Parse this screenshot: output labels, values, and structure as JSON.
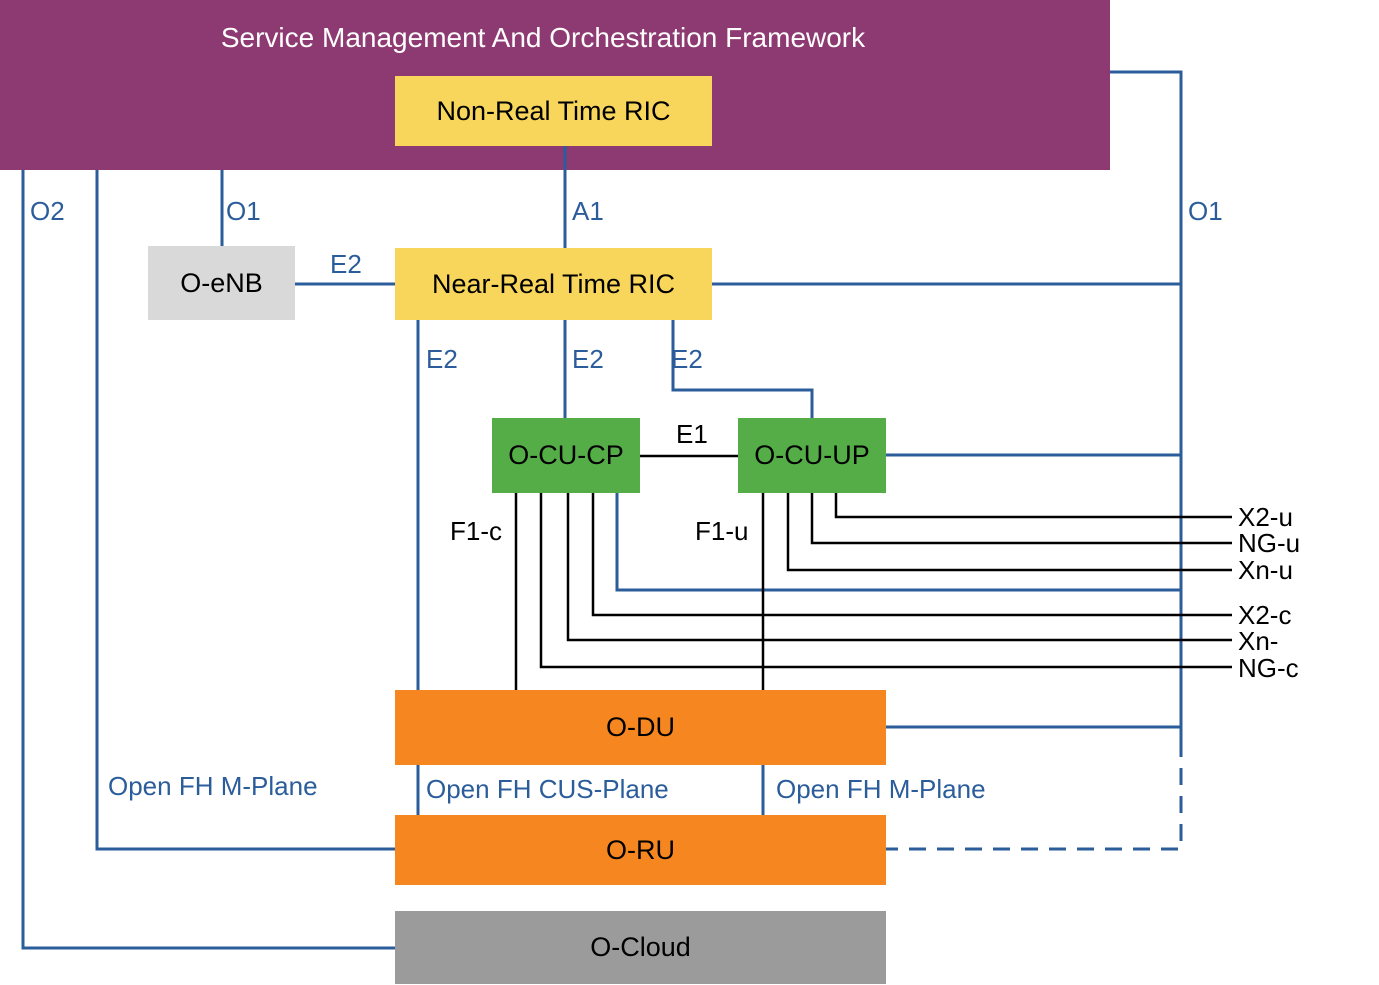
{
  "diagram": {
    "nodes": {
      "smo": {
        "label": "Service Management And Orchestration Framework"
      },
      "non_rt_ric": {
        "label": "Non-Real Time RIC"
      },
      "o_enb": {
        "label": "O-eNB"
      },
      "near_rt_ric": {
        "label": "Near-Real Time RIC"
      },
      "o_cu_cp": {
        "label": "O-CU-CP"
      },
      "o_cu_up": {
        "label": "O-CU-UP"
      },
      "o_du": {
        "label": "O-DU"
      },
      "o_ru": {
        "label": "O-RU"
      },
      "o_cloud": {
        "label": "O-Cloud"
      }
    },
    "labels": {
      "o2": "O2",
      "o1_left": "O1",
      "a1": "A1",
      "o1_right": "O1",
      "e2_oenb": "E2",
      "e2_odu": "E2",
      "e2_ocucp": "E2",
      "e2_ocuup": "E2",
      "e1": "E1",
      "f1_c": "F1-c",
      "f1_u": "F1-u",
      "x2_u": "X2-u",
      "ng_u": "NG-u",
      "xn_u": "Xn-u",
      "x2_c": "X2-c",
      "xn_c": "Xn-",
      "ng_c": "NG-c",
      "open_fh_m_plane_left": "Open FH M-Plane",
      "open_fh_cus_plane": "Open FH CUS-Plane",
      "open_fh_m_plane_right": "Open FH M-Plane"
    },
    "colors": {
      "smo_purple": "#8e3a72",
      "ric_yellow": "#f8d65c",
      "node_green": "#55ad47",
      "node_orange": "#f6861f",
      "enb_gray": "#d9d9d9",
      "cloud_gray": "#9b9b9b",
      "line_blue": "#2b5d9b",
      "line_black": "#000000",
      "title_text": "#ffffff"
    }
  }
}
